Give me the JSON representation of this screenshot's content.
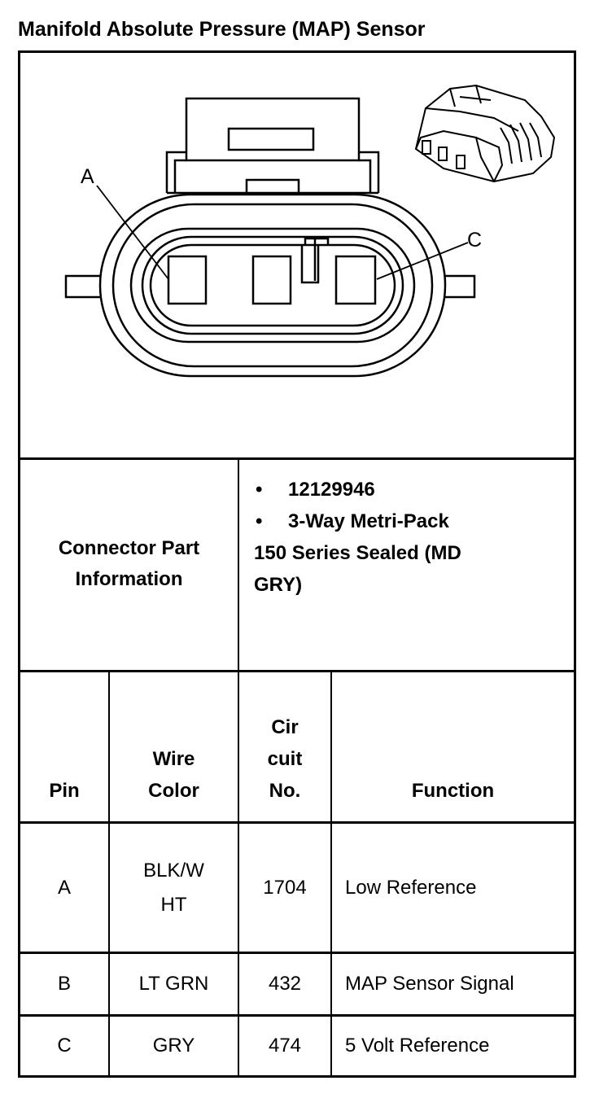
{
  "title": "Manifold Absolute Pressure (MAP) Sensor",
  "diagram": {
    "labels": [
      "A",
      "C"
    ]
  },
  "connector_info": {
    "label": "Connector Part Information",
    "bullets": [
      "12129946",
      "3-Way Metri-Pack"
    ],
    "continuation": "150 Series Sealed (MD GRY)"
  },
  "table": {
    "headers": [
      "Pin",
      "Wire Color",
      "Cir cuit No.",
      "Function"
    ],
    "rows": [
      [
        "A",
        "BLK/W HT",
        "1704",
        "Low Reference"
      ],
      [
        "B",
        "LT GRN",
        "432",
        "MAP Sensor Signal"
      ],
      [
        "C",
        "GRY",
        "474",
        "5 Volt Reference"
      ]
    ]
  }
}
